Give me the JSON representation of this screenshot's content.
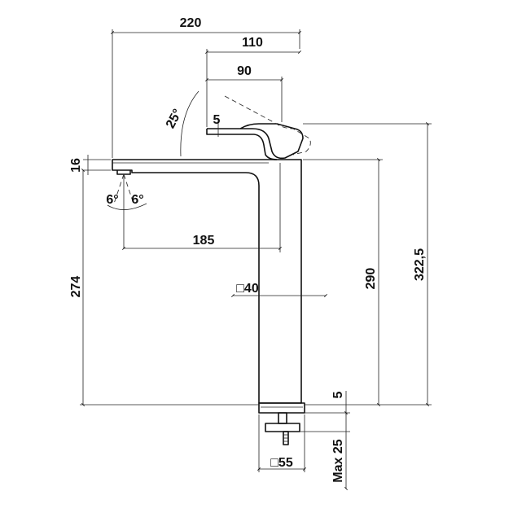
{
  "dimensions": {
    "overall_reach": "220",
    "handle_reach": "110",
    "lever_reach": "90",
    "lever_thickness": "5",
    "handle_angle": "25°",
    "spout_thickness": "16",
    "spray_angle_left": "6°",
    "spray_angle_right": "6°",
    "spout_reach": "185",
    "outlet_height": "274",
    "body_size": "□40",
    "body_height": "290",
    "total_height": "322,5",
    "base_thickness": "5",
    "max_deck_thickness": "Max 25",
    "base_size": "□55"
  }
}
